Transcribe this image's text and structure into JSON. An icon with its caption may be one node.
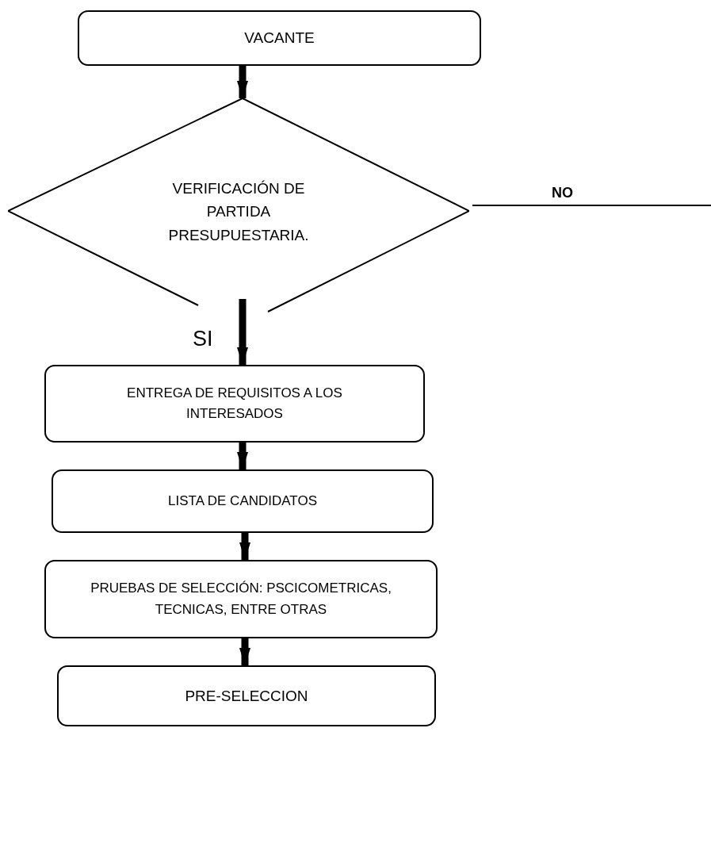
{
  "diagram": {
    "nodes": [
      {
        "text": [
          "VACANTE"
        ]
      },
      {
        "text": [
          "VERIFICACIÓN DE PARTIDA PRESUPUESTARIA."
        ]
      },
      {
        "text": [
          "ENTREGA DE REQUISITOS A LOS INTERESADOS"
        ]
      },
      {
        "text": [
          "LISTA DE CANDIDATOS"
        ]
      },
      {
        "text": [
          "PRUEBAS DE SELECCIÓN: PSCICOMETRICAS, TECNICAS, ENTRE OTRAS"
        ]
      },
      {
        "text": [
          "PRE-SELECCION"
        ]
      }
    ],
    "edges": [
      {
        "from": 0,
        "to": 1,
        "arrow": "to"
      },
      {
        "from": 1,
        "to": 2,
        "arrow": "to",
        "label": "SI"
      },
      {
        "from": 2,
        "to": 3,
        "arrow": "to"
      },
      {
        "from": 3,
        "to": 4,
        "arrow": "to"
      },
      {
        "from": 4,
        "to": 5,
        "arrow": "to"
      },
      {
        "from": 1,
        "to": null,
        "arrow": "none",
        "label": "NO"
      }
    ]
  }
}
